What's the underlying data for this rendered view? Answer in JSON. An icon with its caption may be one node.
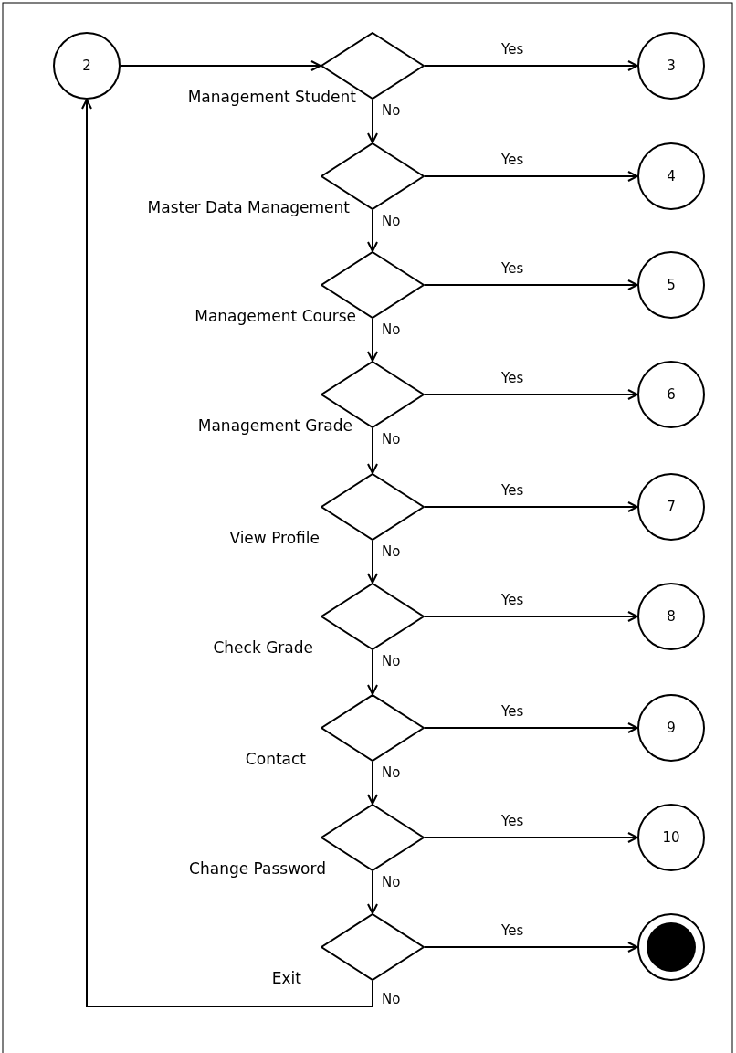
{
  "diagram": {
    "nodes": [
      {
        "text": [
          "2"
        ]
      },
      {
        "text": [
          "Management Student"
        ]
      },
      {
        "text": [
          "3"
        ]
      },
      {
        "text": [
          "Master Data Management"
        ]
      },
      {
        "text": [
          "4"
        ]
      },
      {
        "text": [
          "Management Course"
        ]
      },
      {
        "text": [
          "5"
        ]
      },
      {
        "text": [
          "Management Grade"
        ]
      },
      {
        "text": [
          "6"
        ]
      },
      {
        "text": [
          "View Profile"
        ]
      },
      {
        "text": [
          "7"
        ]
      },
      {
        "text": [
          "Check Grade"
        ]
      },
      {
        "text": [
          "8"
        ]
      },
      {
        "text": [
          "Contact"
        ]
      },
      {
        "text": [
          "9"
        ]
      },
      {
        "text": [
          "Change Password"
        ]
      },
      {
        "text": [
          "10"
        ]
      },
      {
        "text": [
          "Exit"
        ]
      },
      {
        "text": [],
        "shape": "circle"
      }
    ],
    "edges": [
      {
        "from": 0,
        "to": 1,
        "arrow": "to"
      },
      {
        "from": 1,
        "to": 2,
        "arrow": "to",
        "label": "Yes"
      },
      {
        "from": 1,
        "to": 3,
        "arrow": "to",
        "label": "No"
      },
      {
        "from": 3,
        "to": 4,
        "arrow": "to",
        "label": "Yes"
      },
      {
        "from": 3,
        "to": 5,
        "arrow": "to",
        "label": "No"
      },
      {
        "from": 5,
        "to": 6,
        "arrow": "to",
        "label": "Yes"
      },
      {
        "from": 5,
        "to": 7,
        "arrow": "to",
        "label": "No"
      },
      {
        "from": 7,
        "to": 8,
        "arrow": "to",
        "label": "Yes"
      },
      {
        "from": 7,
        "to": 9,
        "arrow": "to",
        "label": "No"
      },
      {
        "from": 9,
        "to": 10,
        "arrow": "to",
        "label": "Yes"
      },
      {
        "from": 9,
        "to": 11,
        "arrow": "to",
        "label": "No"
      },
      {
        "from": 11,
        "to": 12,
        "arrow": "to",
        "label": "Yes"
      },
      {
        "from": 11,
        "to": 13,
        "arrow": "to",
        "label": "No"
      },
      {
        "from": 13,
        "to": 14,
        "arrow": "to",
        "label": "Yes"
      },
      {
        "from": 13,
        "to": 15,
        "arrow": "to",
        "label": "No"
      },
      {
        "from": 15,
        "to": 16,
        "arrow": "to",
        "label": "Yes"
      },
      {
        "from": 15,
        "to": 17,
        "arrow": "to",
        "label": "No"
      },
      {
        "from": 17,
        "to": 18,
        "arrow": "to",
        "label": "Yes"
      },
      {
        "from": 17,
        "to": 0,
        "arrow": "to",
        "label": "No"
      }
    ]
  }
}
